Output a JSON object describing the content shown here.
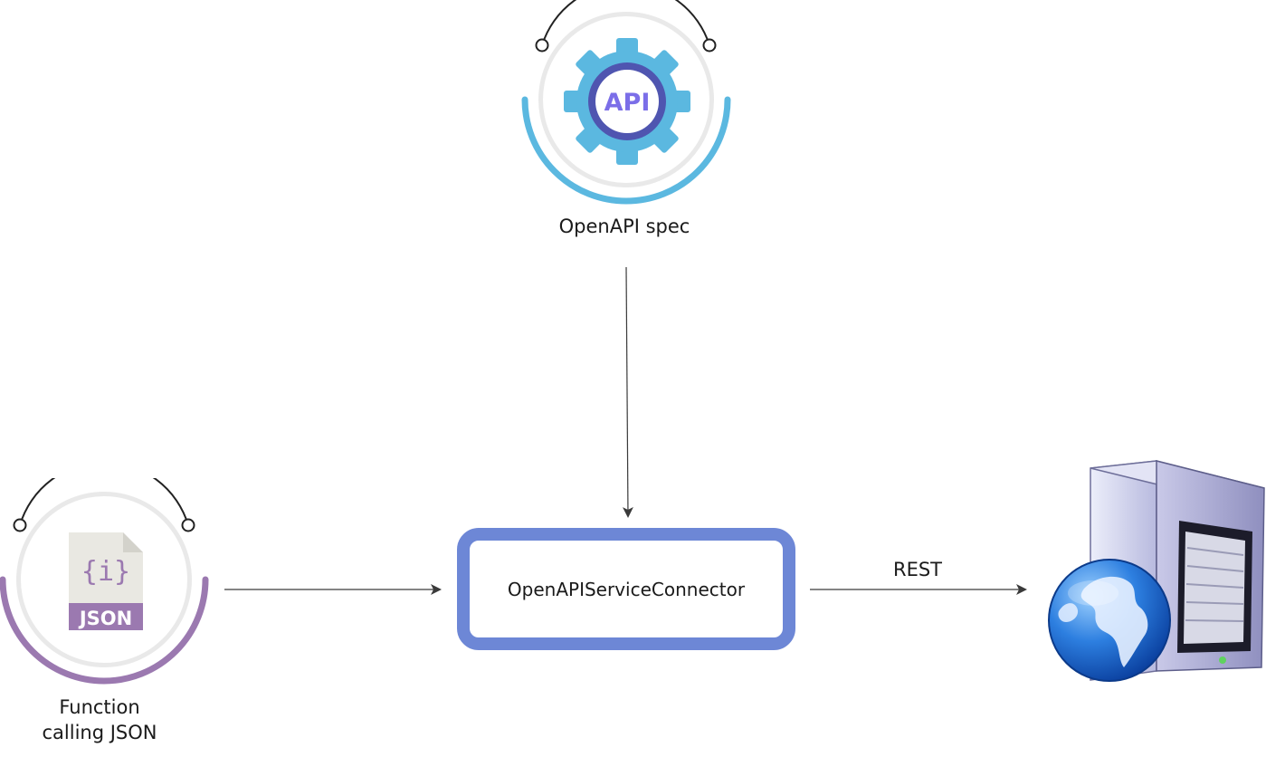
{
  "nodes": {
    "openapi_spec": {
      "label": "OpenAPI spec",
      "icon": "api-gear-icon",
      "ring_color": "#5bb8e0",
      "gear_color": "#5bb8e0",
      "ring_inner_color": "#4f55b0"
    },
    "function_calling_json": {
      "label_line1": "Function",
      "label_line2": "calling JSON",
      "icon": "json-file-icon",
      "ring_color": "#9b79b0"
    },
    "connector": {
      "label": "OpenAPIServiceConnector",
      "border_color": "#6d87d6"
    },
    "web_server": {
      "icon": "web-server-globe-icon"
    }
  },
  "edges": {
    "spec_to_connector": {
      "label": ""
    },
    "json_to_connector": {
      "label": ""
    },
    "connector_to_server": {
      "label": "REST"
    }
  },
  "colors": {
    "edge": "#3a3a3a"
  }
}
